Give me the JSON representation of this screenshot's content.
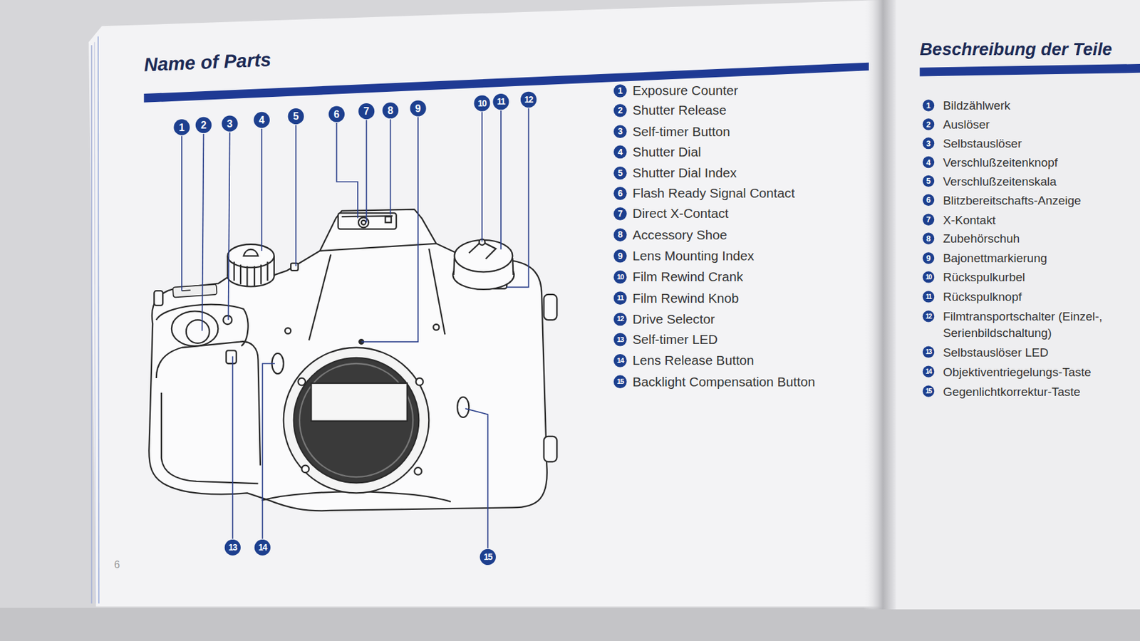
{
  "diagram": {
    "title": "Name of Parts",
    "labels": [
      "Beschreibung der Teile",
      "1",
      "2",
      "3",
      "4",
      "5",
      "6",
      "7",
      "8",
      "9",
      "10",
      "11",
      "12",
      "13",
      "14",
      "15",
      "1",
      "Exposure Counter",
      "2",
      "Shutter Release",
      "3",
      "Self-timer Button",
      "4",
      "Shutter Dial",
      "5",
      "Shutter Dial Index",
      "6",
      "Flash Ready Signal Contact",
      "7",
      "Direct X-Contact",
      "8",
      "Accessory Shoe",
      "9",
      "Lens Mounting Index",
      "10",
      "Film Rewind Crank",
      "11",
      "Film Rewind Knob",
      "12",
      "Drive Selector",
      "13",
      "Self-timer LED",
      "14",
      "Lens Release Button",
      "15",
      "Backlight Compensation Button",
      "1",
      "Bildzählwerk",
      "2",
      "Auslöser",
      "3",
      "Selbstauslöser",
      "4",
      "Verschlußzeitenknopf",
      "5",
      "Verschlußzeitenskala",
      "6",
      "Blitzbereitschafts-Anzeige",
      "7",
      "X-Kontakt",
      "8",
      "Zubehörschuh",
      "9",
      "Bajonettmarkierung",
      "10",
      "Rückspulkurbel",
      "11",
      "Rückspulknopf",
      "12",
      "Filmtransportschalter (Einzel-, Serienbildschaltung)",
      "13",
      "Selbstauslöser LED",
      "14",
      "Objektiventriegelungs-Taste",
      "15",
      "Gegenlichtkorrektur-Taste",
      "6"
    ]
  }
}
